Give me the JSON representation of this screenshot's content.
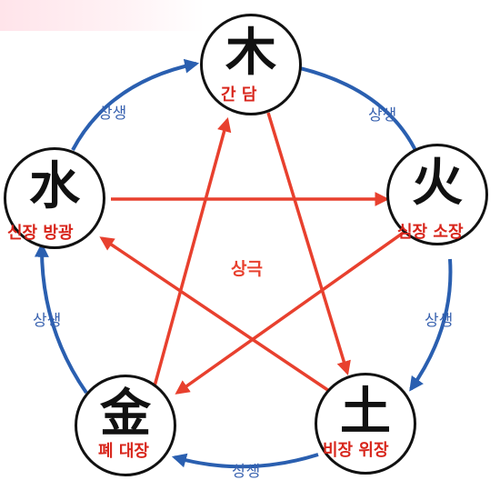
{
  "colors": {
    "generating": "#2a5fb0",
    "controlling": "#e8402e",
    "generating_label": "#3a63b0",
    "controlling_label": "#e8402e",
    "organ_text": "#d8261c",
    "circle_border": "#111111"
  },
  "elements": {
    "wood": {
      "glyph": "木",
      "organs": "간 담"
    },
    "fire": {
      "glyph": "火",
      "organs": "심장 소장"
    },
    "earth": {
      "glyph": "土",
      "organs": "비장 위장"
    },
    "metal": {
      "glyph": "金",
      "organs": "폐 대장"
    },
    "water": {
      "glyph": "水",
      "organs": "신장 방광"
    }
  },
  "relations": {
    "generating": [
      "상생",
      "상생",
      "상생",
      "상생",
      "상생"
    ],
    "controlling": "상극"
  }
}
